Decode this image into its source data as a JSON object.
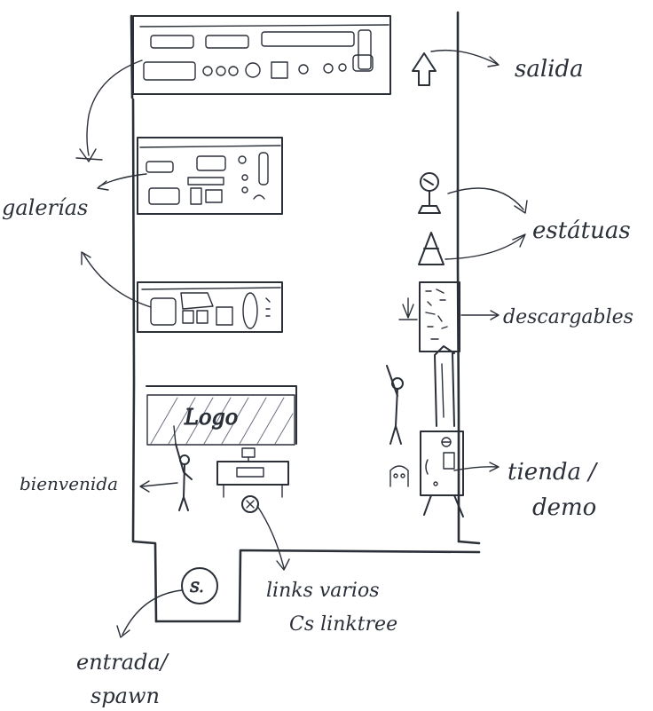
{
  "labels": {
    "salida": "salida",
    "galerias": "galerías",
    "estatuas": "estátuas",
    "descargables": "descargables",
    "tienda_line1": "tienda /",
    "tienda_line2": "demo",
    "bienvenida": "bienvenida",
    "links_line1": "links varios",
    "links_line2": "Cs linktree",
    "entrada_line1": "entrada/",
    "entrada_line2": "spawn",
    "logo": "Logo",
    "spawn_marker": "S."
  },
  "colors": {
    "ink": "#2a2f38",
    "paper": "#ffffff"
  }
}
